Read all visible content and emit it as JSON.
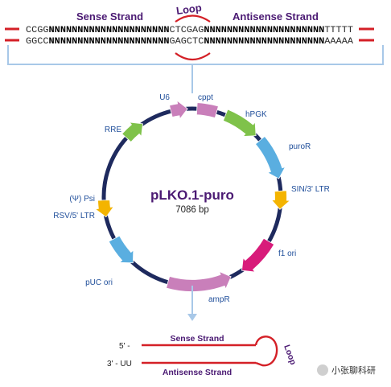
{
  "header": {
    "sense_label": "Sense Strand",
    "loop_label": "Loop",
    "antisense_label": "Antisense Strand"
  },
  "sequence": {
    "top": {
      "prefix": "CCGG",
      "n_left": "NNNNNNNNNNNNNNNNNNNNN",
      "loop": "CTCGAG",
      "n_right": "NNNNNNNNNNNNNNNNNNNNN",
      "suffix": "TTTTT"
    },
    "bottom": {
      "prefix": "GGCC",
      "n_left": "NNNNNNNNNNNNNNNNNNNNN",
      "loop": "GAGCTC",
      "n_right": "NNNNNNNNNNNNNNNNNNNNN",
      "suffix": "AAAAA"
    }
  },
  "plasmid": {
    "name": "pLKO.1-puro",
    "size": "7086 bp",
    "features": [
      {
        "id": "u6",
        "label": "U6",
        "color": "#c97fba"
      },
      {
        "id": "cppt",
        "label": "cppt",
        "color": "#c97fba"
      },
      {
        "id": "hpgk",
        "label": "hPGK",
        "color": "#7fc24a"
      },
      {
        "id": "puror",
        "label": "puroR",
        "color": "#5aaee0"
      },
      {
        "id": "sin3ltr",
        "label": "SIN/3' LTR",
        "color": "#f4b400"
      },
      {
        "id": "f1ori",
        "label": "f1 ori",
        "color": "#d81b7a"
      },
      {
        "id": "ampr",
        "label": "ampR",
        "color": "#c97fba"
      },
      {
        "id": "pucori",
        "label": "pUC ori",
        "color": "#5aaee0"
      },
      {
        "id": "rsv5ltr",
        "label": "RSV/5' LTR",
        "color": "#f4b400"
      },
      {
        "id": "psi",
        "label": "(Ψ) Psi",
        "color": "#7f7f7f"
      },
      {
        "id": "rre",
        "label": "RRE",
        "color": "#7fc24a"
      }
    ]
  },
  "hairpin": {
    "five_prime": "5' -",
    "three_prime": "3' - UU",
    "sense_label": "Sense Strand",
    "antisense_label": "Antisense Strand",
    "loop_label": "Loop"
  },
  "watermark": "小张聊科研",
  "colors": {
    "purple": "#4b1a73",
    "red": "#d42027",
    "backbone": "#1e2a5e",
    "connector": "#a8c8e8"
  }
}
